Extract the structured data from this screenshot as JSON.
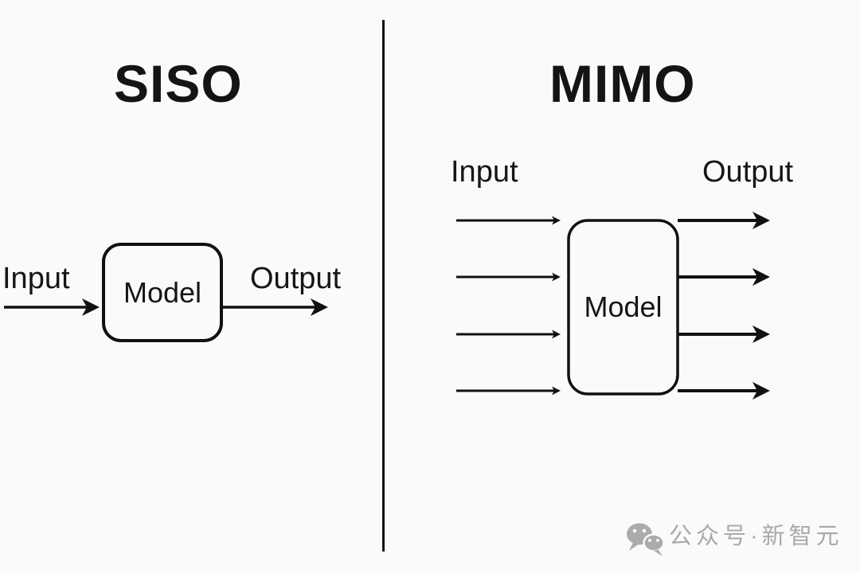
{
  "colors": {
    "background": "#fafafa",
    "ink": "#111111",
    "watermark": "#a9a9a9"
  },
  "left_panel": {
    "title": "SISO",
    "input_label": "Input",
    "model_label": "Model",
    "output_label": "Output",
    "input_arrow_count": 1,
    "output_arrow_count": 1
  },
  "right_panel": {
    "title": "MIMO",
    "input_label": "Input",
    "model_label": "Model",
    "output_label": "Output",
    "input_arrow_count": 4,
    "output_arrow_count": 4
  },
  "watermark": {
    "icon": "wechat-icon",
    "text": "公众号·新智元"
  }
}
